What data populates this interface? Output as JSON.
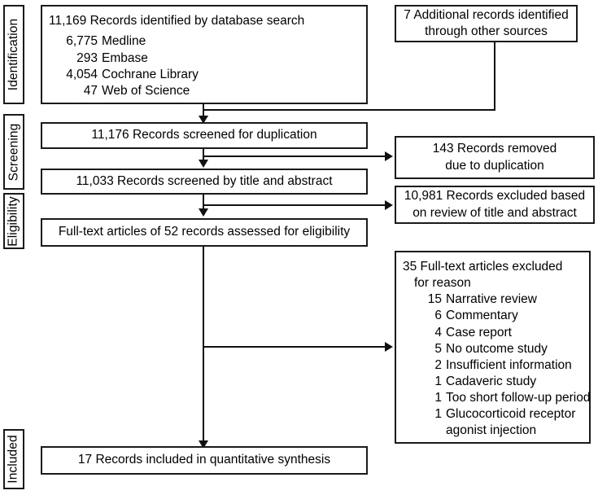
{
  "diagram": {
    "type": "prisma-flow-diagram",
    "stages": [
      {
        "id": "identification",
        "label": "Identification"
      },
      {
        "id": "screening",
        "label": "Screening"
      },
      {
        "id": "eligibility",
        "label": "Eligibility"
      },
      {
        "id": "included",
        "label": "Included"
      }
    ],
    "boxes": {
      "database_search": {
        "headline": "11,169 Records identified by database search",
        "sources": [
          {
            "count": "6,775",
            "name": "Medline"
          },
          {
            "count": "293",
            "name": "Embase"
          },
          {
            "count": "4,054",
            "name": "Cochrane Library"
          },
          {
            "count": "47",
            "name": "Web of Science"
          }
        ]
      },
      "other_sources": {
        "line1": "7 Additional records identified",
        "line2": "through other sources"
      },
      "screened_duplication": {
        "text": "11,176 Records screened for duplication"
      },
      "removed_duplication": {
        "line1": "143 Records removed",
        "line2": "due to duplication"
      },
      "screened_title_abstract": {
        "text": "11,033 Records screened by title and abstract"
      },
      "excluded_title_abstract": {
        "line1": "10,981 Records excluded based",
        "line2": "on review of title and abstract"
      },
      "fulltext_assessed": {
        "text": "Full-text articles of 52 records assessed for eligibility"
      },
      "fulltext_excluded": {
        "headline_line1": "35 Full-text articles excluded",
        "headline_line2": "for reason",
        "reasons": [
          {
            "count": "15",
            "reason": "Narrative review"
          },
          {
            "count": "6",
            "reason": "Commentary"
          },
          {
            "count": "4",
            "reason": "Case report"
          },
          {
            "count": "5",
            "reason": "No outcome study"
          },
          {
            "count": "2",
            "reason": "Insufficient information"
          },
          {
            "count": "1",
            "reason": "Cadaveric study"
          },
          {
            "count": "1",
            "reason": "Too short follow-up period"
          },
          {
            "count": "1",
            "reason": "Glucocorticoid receptor"
          },
          {
            "count": "",
            "reason": "agonist injection"
          }
        ]
      },
      "included_synthesis": {
        "text": "17 Records included in quantitative synthesis"
      }
    },
    "colors": {
      "border": "#1a1a1a",
      "connector": "#111111",
      "background": "#ffffff",
      "text": "#000000"
    }
  }
}
